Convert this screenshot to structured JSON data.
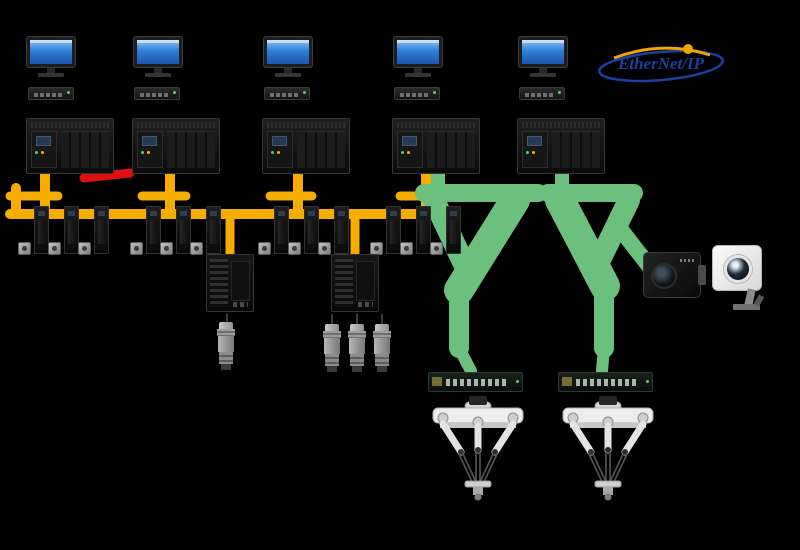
{
  "logo": {
    "text": "EtherNet/IP"
  },
  "colors": {
    "ethercat_yellow": "#f5ad00",
    "ethernetip_green": "#6cc07d",
    "alert_red": "#e01010",
    "monitor_screen_blue": "#2f7fd8",
    "logo_blue": "#1d3f9e",
    "logo_orange": "#f0a500"
  },
  "devices": {
    "monitor": "HMI monitor",
    "hub": "Ethernet hub",
    "plc": "Machine automation controller",
    "servo_cluster": "Servo drive cluster",
    "servo_drive": "Servo drive",
    "servo_motor": "Servo motor",
    "vision_controller": "Vision system controller",
    "camera": "Machine vision camera",
    "smart_camera": "Smart camera",
    "compact_vision_sensor": "Compact vision sensor",
    "rack_switch": "Industrial Ethernet switch",
    "delta_robot": "Delta robot"
  },
  "networks": {
    "ethercat": "EtherCAT network (yellow)",
    "ethernet_ip": "EtherNet/IP network (green)",
    "red_link": "Red network link",
    "camera_cables": "Camera cables"
  }
}
